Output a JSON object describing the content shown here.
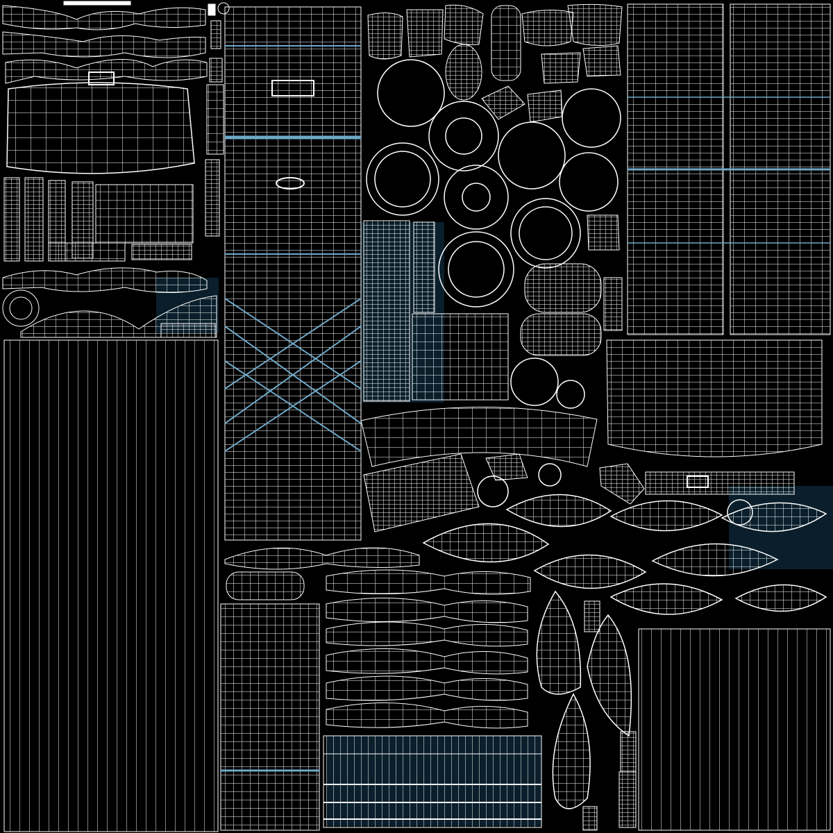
{
  "colors": {
    "background": "#000000",
    "wire": "#ffffff",
    "highlight": "#6fa8c8",
    "shadow": "#0d2a3a"
  },
  "icons": [
    "uv-shell-grid",
    "uv-shell-circle",
    "uv-shell-lens",
    "uv-shell-wave"
  ]
}
